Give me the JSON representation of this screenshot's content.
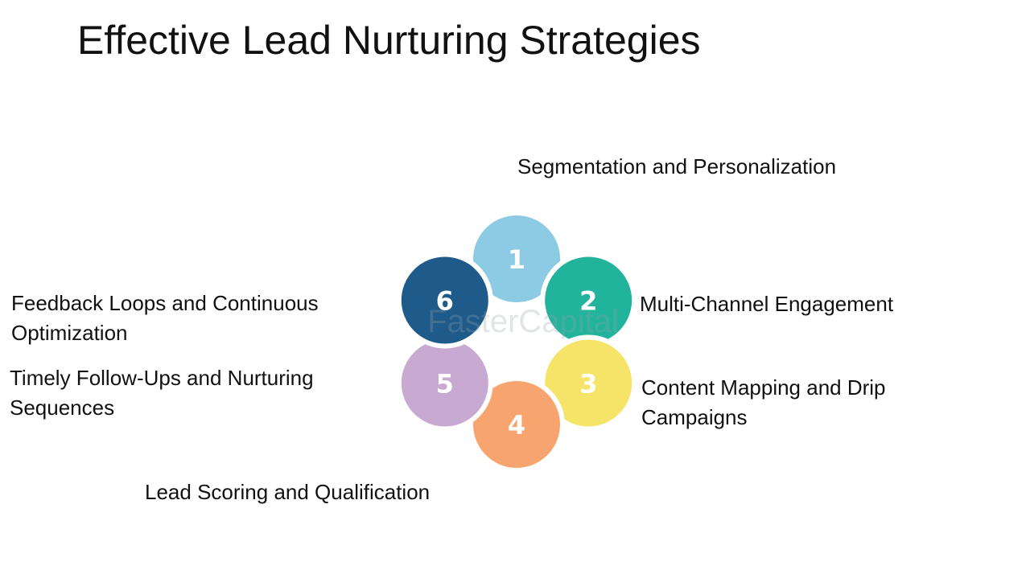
{
  "title": "Effective Lead Nurturing Strategies",
  "watermark": "FasterCapital",
  "steps": [
    {
      "number": "1",
      "color": "#8ccbe3",
      "label": [
        "Segmentation and Personalization"
      ]
    },
    {
      "number": "2",
      "color": "#22b39c",
      "label": [
        "Multi-Channel Engagement"
      ]
    },
    {
      "number": "3",
      "color": "#f6e468",
      "label": [
        "Content Mapping and Drip",
        "Campaigns"
      ]
    },
    {
      "number": "4",
      "color": "#f7a46e",
      "label": [
        "Lead Scoring and Qualification"
      ]
    },
    {
      "number": "5",
      "color": "#c7a9d2",
      "label": [
        "Timely Follow-Ups and Nurturing",
        "Sequences"
      ]
    },
    {
      "number": "6",
      "color": "#1e5b8a",
      "label": [
        "Feedback Loops and Continuous",
        "Optimization"
      ]
    }
  ]
}
